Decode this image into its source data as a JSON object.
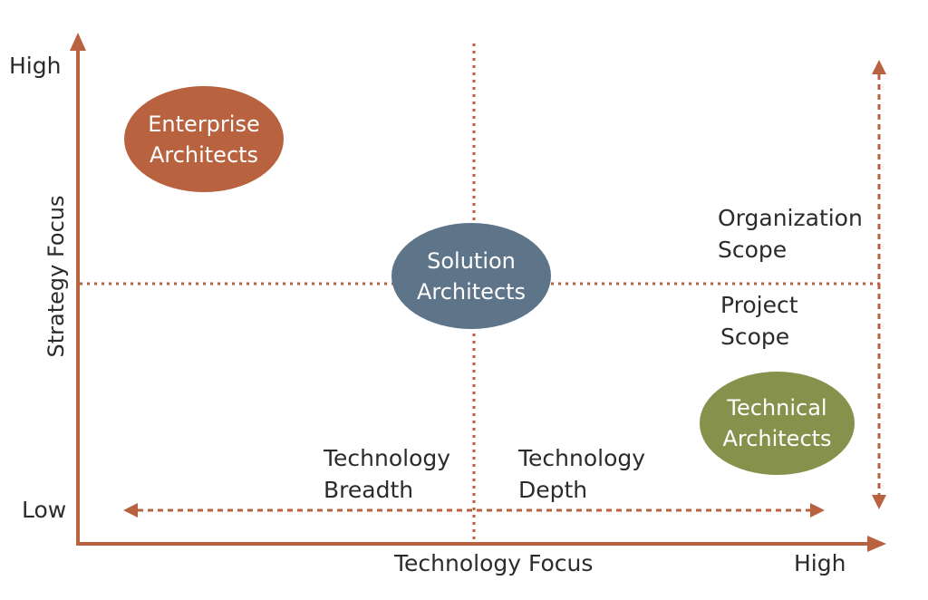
{
  "axes": {
    "y_high": "High",
    "y_low": "Low",
    "y_title": "Strategy Focus",
    "x_title": "Technology Focus",
    "x_high": "High"
  },
  "roles": {
    "enterprise": {
      "line1": "Enterprise",
      "line2": "Architects",
      "color": "#B86240"
    },
    "solution": {
      "line1": "Solution",
      "line2": "Architects",
      "color": "#5D7489"
    },
    "technical": {
      "line1": "Technical",
      "line2": "Architects",
      "color": "#86914C"
    }
  },
  "scope": {
    "organization": {
      "line1": "Organization",
      "line2": "Scope"
    },
    "project": {
      "line1": "Project",
      "line2": "Scope"
    }
  },
  "technology": {
    "breadth": {
      "line1": "Technology",
      "line2": "Breadth"
    },
    "depth": {
      "line1": "Technology",
      "line2": "Depth"
    }
  },
  "colors": {
    "axis": "#B86240",
    "dotted": "#B86240"
  }
}
